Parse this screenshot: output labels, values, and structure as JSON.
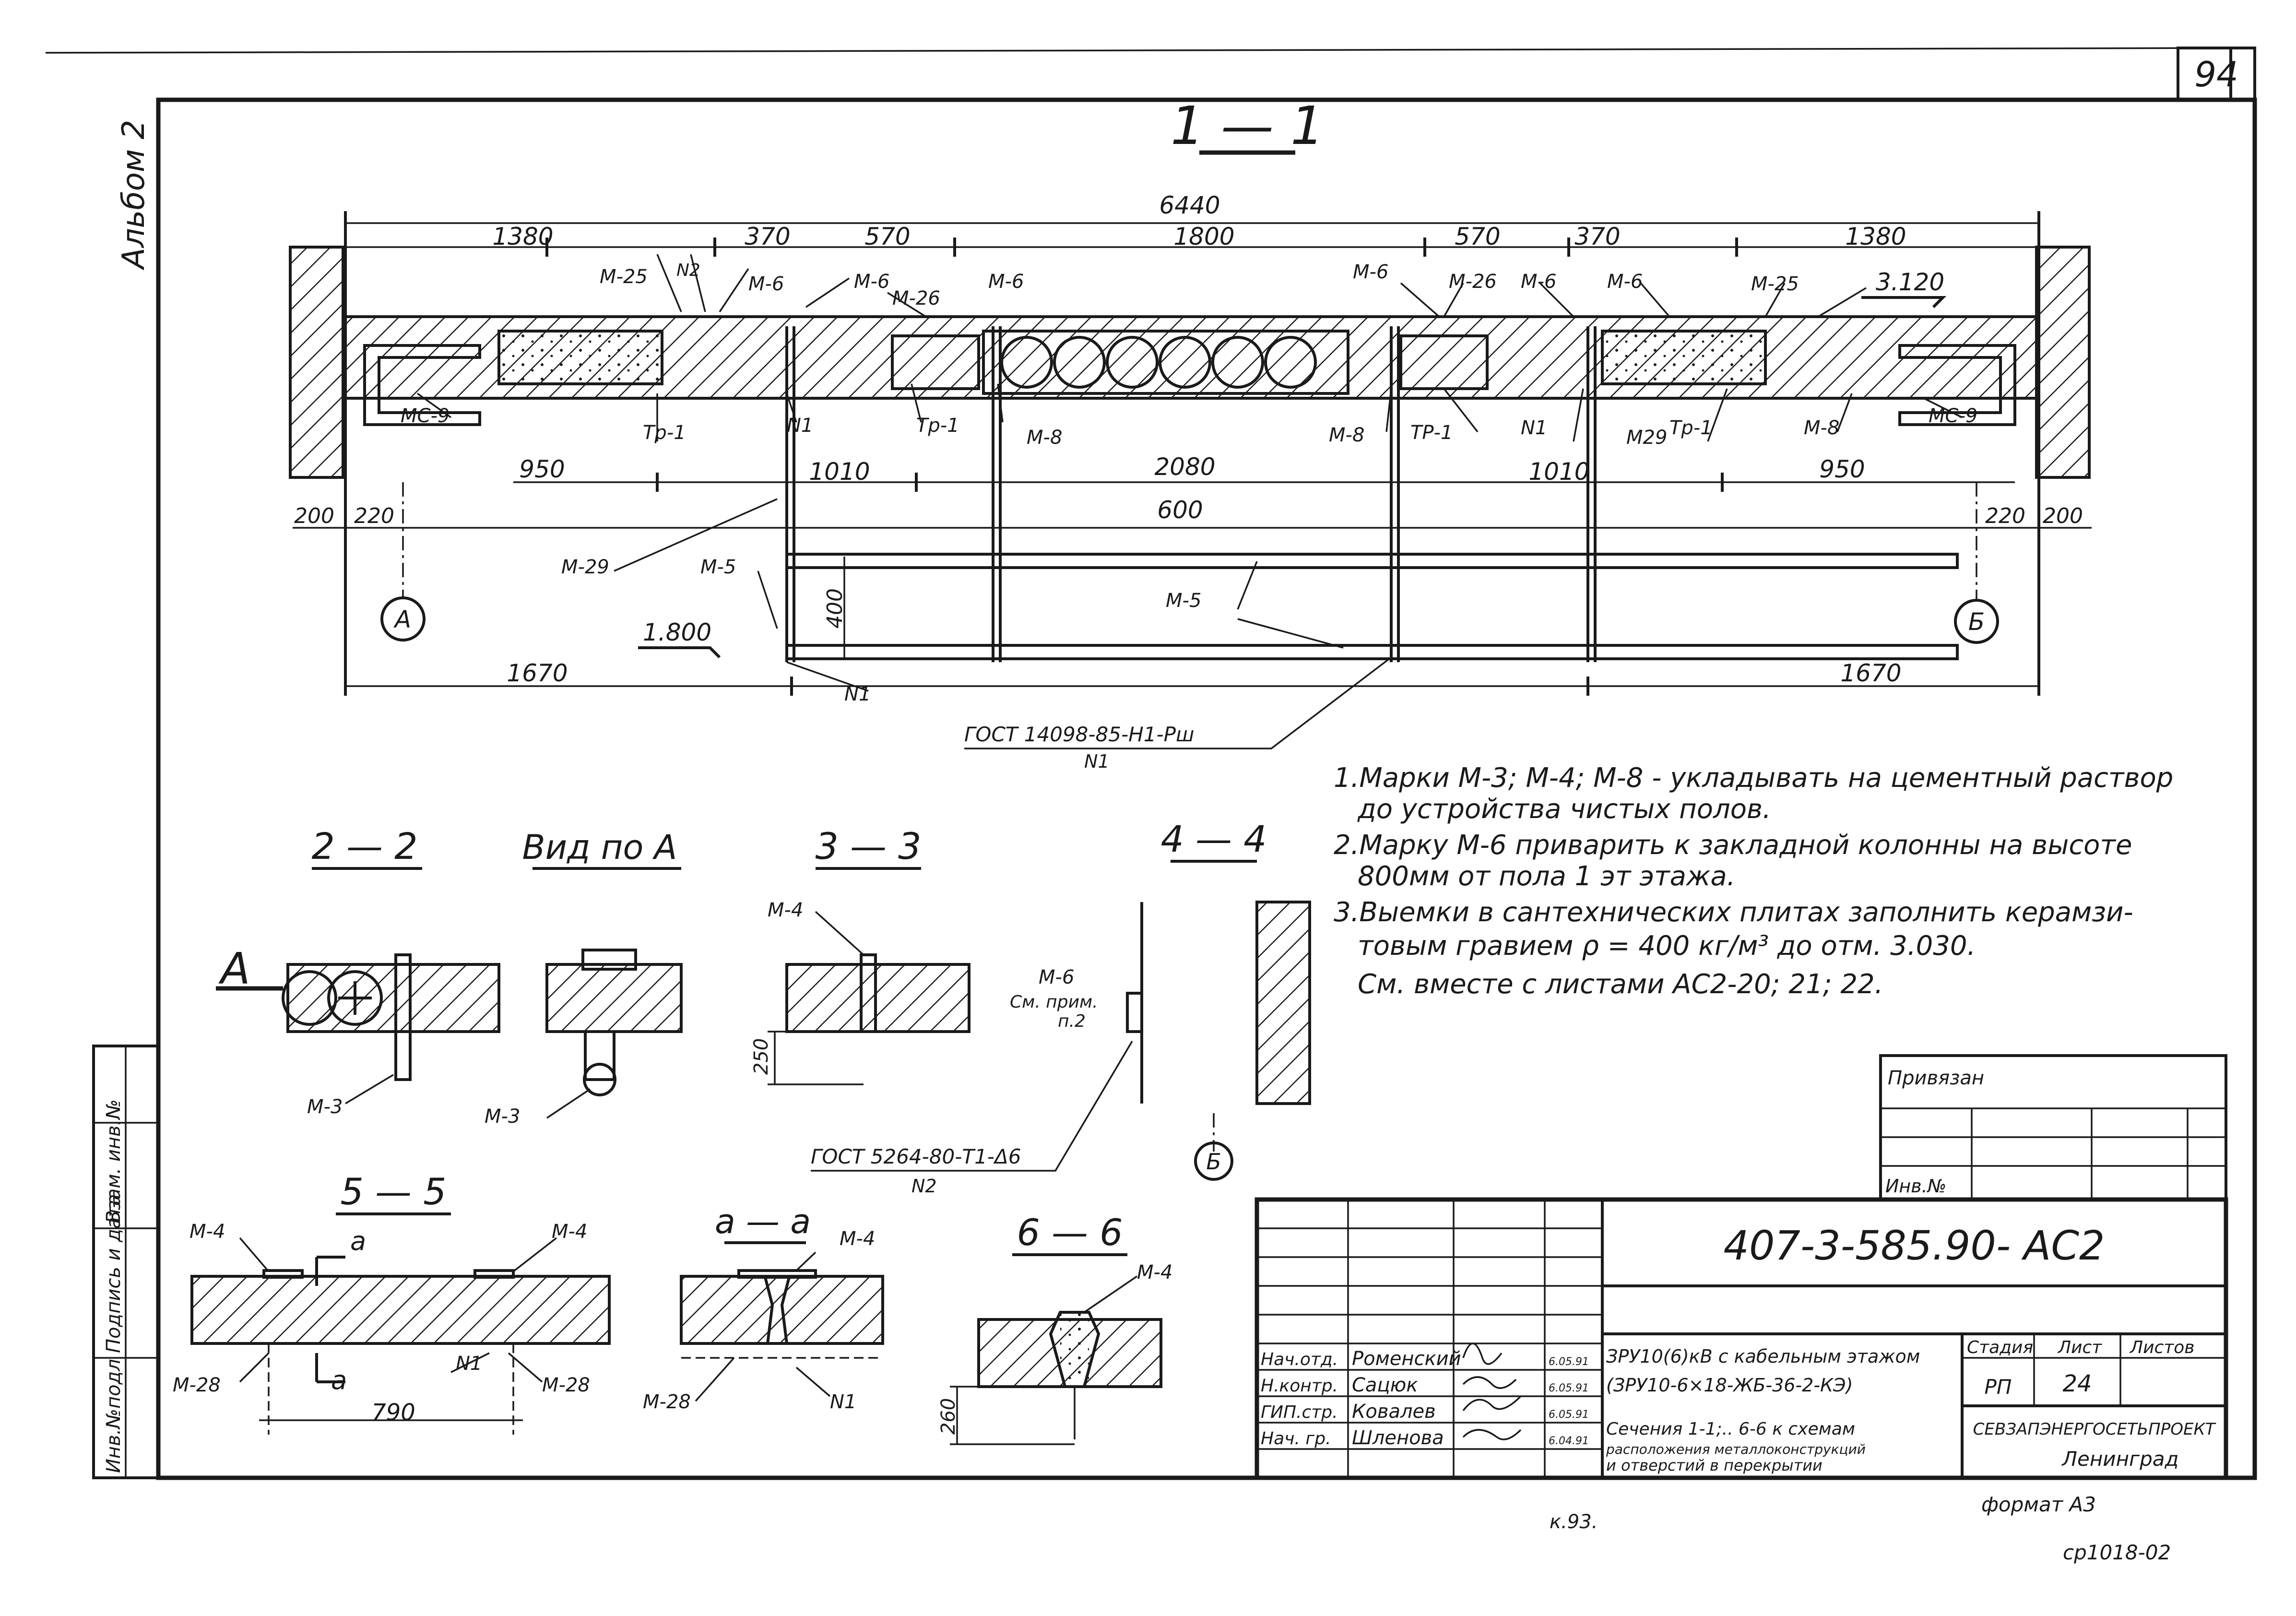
{
  "sheet": {
    "page_number": "94",
    "album": "Альбом 2",
    "format": "формат А3",
    "bottom_code": "ср1018-02",
    "bottom_mark": "к.93."
  },
  "side_stamp": [
    "Инв.№подл",
    "Подпись и дата",
    "Взам. инв.№"
  ],
  "sections": {
    "s11": "1 — 1",
    "s22": "2 — 2",
    "view_a": "Вид по А",
    "s33": "3 — 3",
    "s44": "4 — 4",
    "s55": "5 — 5",
    "saa": "а — а",
    "s66": "6 — 6",
    "arrow_a": "А",
    "cut_a": "а"
  },
  "dimensions": {
    "total": "6440",
    "top_row": [
      "1380",
      "370",
      "570",
      "1800",
      "570",
      "370",
      "1380"
    ],
    "mid_row": [
      "950",
      "1010",
      "2080",
      "1010",
      "950"
    ],
    "edge_200": "200",
    "edge_220": "220",
    "span_600": "600",
    "height_400": "400",
    "side_1670": "1670",
    "elev_top": "3.120",
    "elev_low": "1.800",
    "h250": "250",
    "h260": "260",
    "w790": "790"
  },
  "marks": {
    "m25": "М-25",
    "n2": "N2",
    "m6": "М-6",
    "m26": "М-26",
    "m8": "М-8",
    "mc9": "МС-9",
    "tp1": "Тр-1",
    "tp1b": "ТР-1",
    "n1": "N1",
    "m29": "М-29",
    "m29b": "М29",
    "m5": "М-5",
    "m3": "М-3",
    "m4": "М-4",
    "m28": "М-28",
    "axis_a": "А",
    "axis_b": "Б",
    "see_note": "См. прим.",
    "see_note2": "п.2"
  },
  "gost": {
    "g1": "ГОСТ 14098-85-Н1-Рш",
    "g1n": "N1",
    "g2": "ГОСТ 5264-80-Т1-Δ6",
    "g2n": "N2"
  },
  "notes": [
    "1.Марки М-3; М-4; М-8 - укладывать на цементный раствор",
    "до устройства   чистых  полов.",
    "2.Марку  М-6  приварить   к закладной колонны на высоте",
    "800мм   от  пола     1 эт  этажа.",
    "3.Выемки  в  сантехнических   плитах   заполнить керамзи-",
    "товым гравием  ρ = 400 кг/м³  до отм. 3.030.",
    "См. вместе   с листами  АС2-20; 21; 22."
  ],
  "title_block": {
    "privyazan": "Привязан",
    "inv_no": "Инв.№",
    "doc_code": "407-3-585.90- АС2",
    "rows": [
      {
        "role": "Нач.отд.",
        "name": "Роменский",
        "date": "6.05.91"
      },
      {
        "role": "Н.контр.",
        "name": "Сацюк",
        "date": "6.05.91"
      },
      {
        "role": "ГИП.стр.",
        "name": "Ковалев",
        "date": "6.05.91"
      },
      {
        "role": "Нач. гр.",
        "name": "Шленова",
        "date": "6.04.91"
      }
    ],
    "title_lines": [
      "ЗРУ10(6)кВ с кабельным этажом",
      "(ЗРУ10-6×18-ЖБ-36-2-КЭ)"
    ],
    "desc_lines": [
      "Сечения 1-1;.. 6-6 к схемам",
      "расположения металлоконструкций",
      "и отверстий  в перекрытии"
    ],
    "stage_label": "Стадия",
    "sheet_label": "Лист",
    "sheets_label": "Листов",
    "stage": "РП",
    "sheet": "24",
    "org": "СЕВЗАПЭНЕРГОСЕТЬПРОЕКТ",
    "city": "Ленинград"
  }
}
